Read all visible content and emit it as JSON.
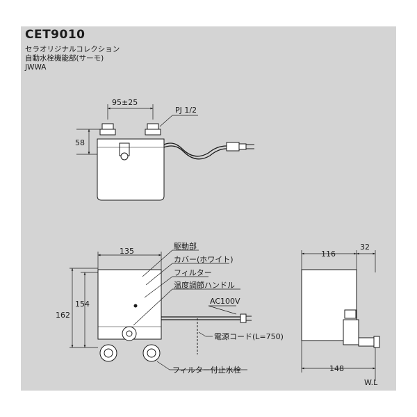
{
  "header": {
    "model": "CET9010",
    "line1": "セラオリジナルコレクション",
    "line2": "自動水栓機能部(サーモ)",
    "line3": "JWWA"
  },
  "top_view": {
    "pitch": "95±25",
    "thread": "PJ 1/2",
    "height": "58"
  },
  "front_view": {
    "width": "135",
    "height_inner": "154",
    "height_outer": "162",
    "callouts": [
      "駆動部",
      "カバー(ホワイト)",
      "フィルター",
      "温度調節ハンドル",
      "AC100V",
      "電源コード(L=750)",
      "フィルター付止水栓"
    ]
  },
  "side_view": {
    "depth": "116",
    "offset": "32",
    "total": "148",
    "waterline": "W.L"
  },
  "colors": {
    "background": "#d4d4d4",
    "line": "#1a1a1a",
    "body": "#ffffff"
  }
}
